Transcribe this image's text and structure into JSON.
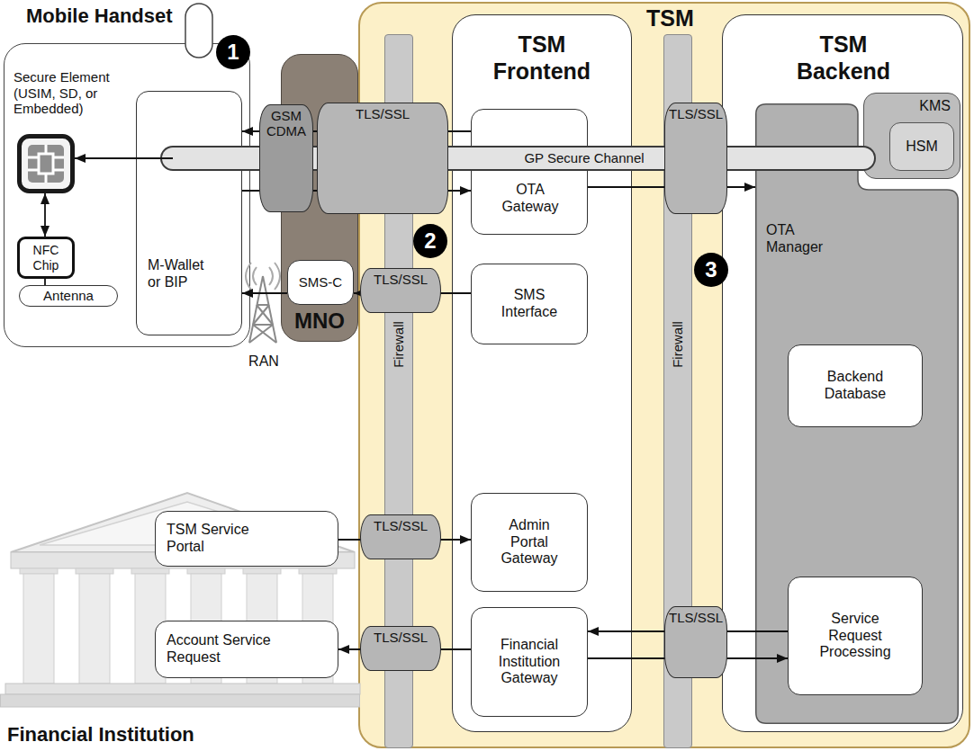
{
  "diagram": {
    "nodes": [
      {
        "text": [
          "Mobile Handset"
        ]
      },
      {
        "text": [
          "Secure Element (USIM, SD, or Embedded)"
        ],
        "in": 0
      },
      {
        "text": [
          "M-Wallet or BIP"
        ],
        "in": 0
      },
      {
        "text": [
          "NFC Chip"
        ],
        "in": 0
      },
      {
        "text": [
          "Antenna"
        ],
        "in": 0
      },
      {
        "text": [
          "MNO"
        ]
      },
      {
        "text": [
          "SMS-C"
        ],
        "in": 5
      },
      {
        "text": [
          "TSM"
        ]
      },
      {
        "text": [
          "Firewall"
        ],
        "in": 7
      },
      {
        "text": [
          "TSM Frontend"
        ],
        "in": 7
      },
      {
        "text": [
          "OTA Gateway"
        ],
        "in": 9
      },
      {
        "text": [
          "SMS Interface"
        ],
        "in": 9
      },
      {
        "text": [
          "Admin Portal Gateway"
        ],
        "in": 9
      },
      {
        "text": [
          "Financial Institution Gateway"
        ],
        "in": 9
      },
      {
        "text": [
          "Firewall"
        ],
        "in": 7
      },
      {
        "text": [
          "TSM Backend"
        ],
        "in": 7
      },
      {
        "text": [
          "KMS"
        ],
        "in": 15
      },
      {
        "text": [
          "HSM"
        ],
        "in": 16
      },
      {
        "text": [
          "OTA Manager"
        ],
        "in": 15
      },
      {
        "text": [
          "Backend Database"
        ],
        "in": 18
      },
      {
        "text": [
          "Service Request Processing"
        ],
        "in": 18
      },
      {
        "text": [
          "Financial Institution"
        ]
      },
      {
        "text": [
          "TSM Service Portal"
        ],
        "in": 21
      },
      {
        "text": [
          "Account Service Request"
        ],
        "in": 21
      }
    ],
    "edges": [
      {
        "from": 10,
        "to": 2,
        "arrow": "to"
      },
      {
        "from": 2,
        "to": 10,
        "arrow": "to"
      },
      {
        "from": 16,
        "to": 1,
        "label": "GP Secure Channel",
        "arrow": "to"
      },
      {
        "from": 10,
        "to": 18,
        "arrow": "to"
      },
      {
        "from": 11,
        "to": 6,
        "label": "TLS/SSL",
        "arrow": "to"
      },
      {
        "from": 6,
        "to": 2,
        "arrow": "to"
      },
      {
        "from": 1,
        "to": 3,
        "arrow": "both"
      },
      {
        "from": 3,
        "to": 4,
        "arrow": "none"
      },
      {
        "from": 22,
        "to": 12,
        "label": "TLS/SSL",
        "arrow": "to"
      },
      {
        "from": 13,
        "to": 23,
        "label": "TLS/SSL",
        "arrow": "to"
      },
      {
        "from": 20,
        "to": 13,
        "label": "TLS/SSL",
        "arrow": "to"
      },
      {
        "from": 13,
        "to": 20,
        "arrow": "to"
      }
    ],
    "labels": [
      "GSM CDMA",
      "TLS/SSL",
      "TLS/SSL",
      "1",
      "2",
      "3",
      "RAN"
    ]
  }
}
